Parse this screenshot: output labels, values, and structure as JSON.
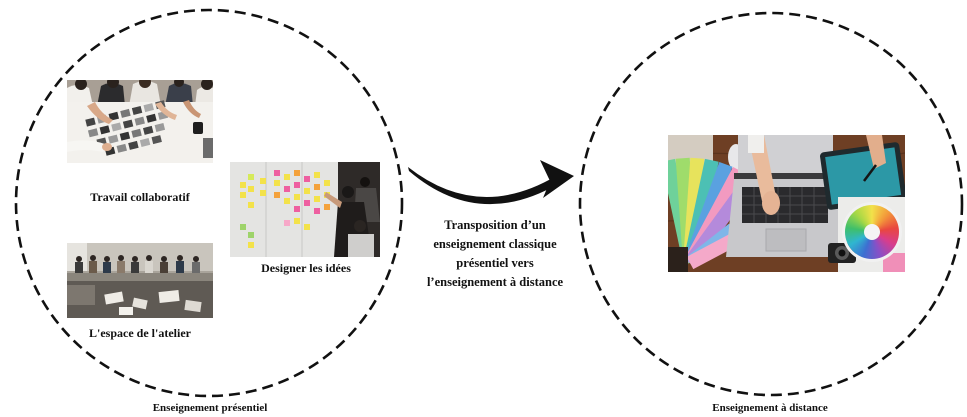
{
  "diagram": {
    "colors": {
      "background": "#ffffff",
      "stroke": "#111111",
      "text": "#111111"
    },
    "left_section": {
      "title": "Enseignement présentiel",
      "photos": [
        {
          "caption": "Travail collaboratif"
        },
        {
          "caption": "Designer les idées"
        },
        {
          "caption": "L'espace de l'atelier"
        }
      ]
    },
    "transition": {
      "arrow_icon": "curved-arrow-right-icon",
      "lines": [
        "Transposition d’un",
        "enseignement classique",
        "présentiel vers",
        "l’enseignement à distance"
      ]
    },
    "right_section": {
      "title": "Enseignement à distance"
    }
  }
}
